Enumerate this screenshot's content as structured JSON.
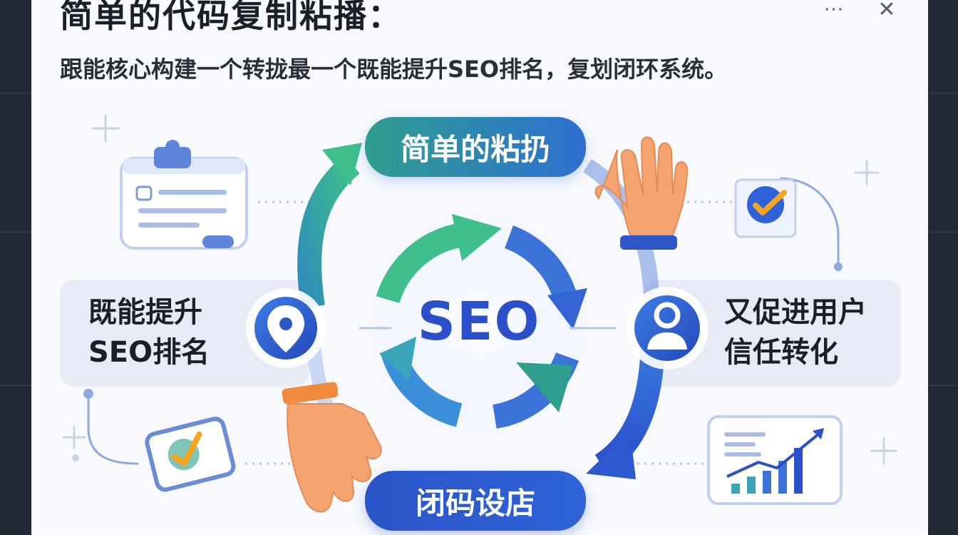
{
  "header": {
    "title": "简单的代码复制粘播：",
    "subtitle": "跟能核心构建一个转拢最一个既能提升SEO排名，复划闭环系统。"
  },
  "window": {
    "menu_glyph": "···",
    "close_glyph": "✕"
  },
  "diagram": {
    "center_label": "SEO",
    "top_pill": "简单的粘扔",
    "bottom_pill": "闭码设店",
    "left_panel_lines": [
      "既能提升",
      "SEO排名"
    ],
    "right_panel_lines": [
      "又促进用户",
      "信任转化"
    ]
  },
  "icons": {
    "left_node": "location-pin-icon",
    "right_node": "user-icon",
    "top_left": "clipboard-document-icon",
    "top_right": "checkmark-badge-icon",
    "bottom_left": "checkmark-card-icon",
    "bottom_right": "growth-chart-icon",
    "top_hand": "raised-hand-icon",
    "bottom_hand": "reaching-hand-icon"
  },
  "colors": {
    "teal": "#35b58f",
    "blue": "#2e62d6",
    "deep_blue": "#2a4fc9",
    "orange": "#f39a5a",
    "check": "#f7a51c"
  }
}
